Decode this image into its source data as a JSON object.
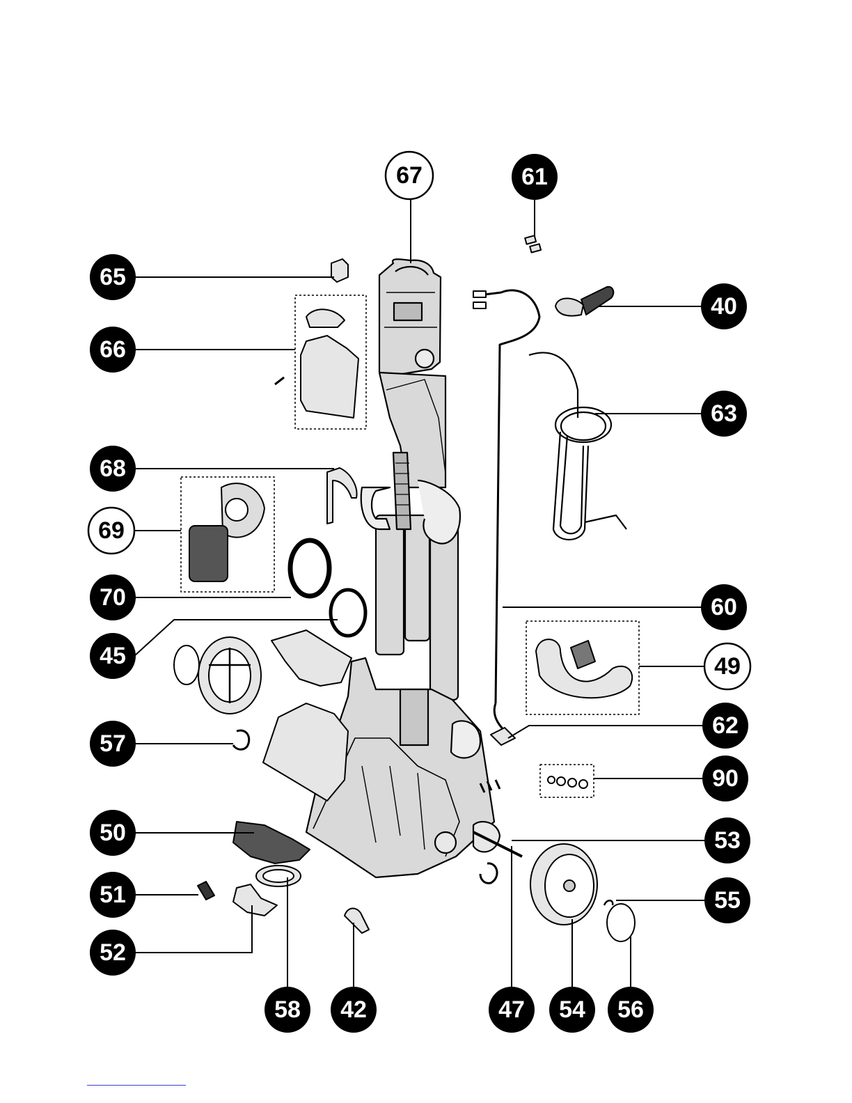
{
  "parts": [
    {
      "number": "67",
      "style": "outline"
    },
    {
      "number": "61",
      "style": "filled"
    },
    {
      "number": "65",
      "style": "filled"
    },
    {
      "number": "40",
      "style": "filled"
    },
    {
      "number": "66",
      "style": "filled"
    },
    {
      "number": "63",
      "style": "filled"
    },
    {
      "number": "68",
      "style": "filled"
    },
    {
      "number": "69",
      "style": "outline"
    },
    {
      "number": "70",
      "style": "filled"
    },
    {
      "number": "60",
      "style": "filled"
    },
    {
      "number": "45",
      "style": "filled"
    },
    {
      "number": "49",
      "style": "outline"
    },
    {
      "number": "57",
      "style": "filled"
    },
    {
      "number": "62",
      "style": "filled"
    },
    {
      "number": "90",
      "style": "filled"
    },
    {
      "number": "50",
      "style": "filled"
    },
    {
      "number": "53",
      "style": "filled"
    },
    {
      "number": "51",
      "style": "filled"
    },
    {
      "number": "55",
      "style": "filled"
    },
    {
      "number": "52",
      "style": "filled"
    },
    {
      "number": "58",
      "style": "filled"
    },
    {
      "number": "42",
      "style": "filled"
    },
    {
      "number": "47",
      "style": "filled"
    },
    {
      "number": "54",
      "style": "filled"
    },
    {
      "number": "56",
      "style": "filled"
    }
  ],
  "colors": {
    "ink": "#000000",
    "paper": "#ffffff",
    "body_fill": "#d9d9d9",
    "footer_rule": "#3b3bd6"
  }
}
